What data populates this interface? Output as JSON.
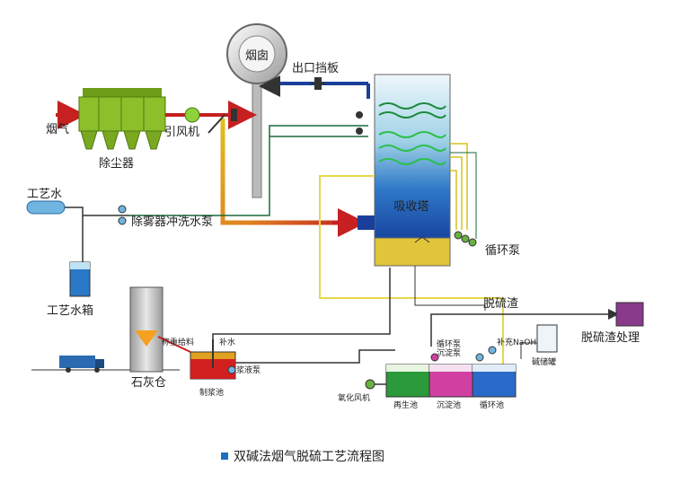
{
  "labels": {
    "chimney": "烟囱",
    "outlet_damper": "出口挡板",
    "flue_gas": "烟气",
    "dust_collector": "除尘器",
    "induced_fan": "引风机",
    "process_water": "工艺水",
    "demister_pump": "除雾器冲洗水泵",
    "process_water_tank": "工艺水箱",
    "absorption_tower": "吸收塔",
    "circulation_pump": "循环泵",
    "desulfurization_slag": "脱硫渣",
    "slag_treatment": "脱硫渣处理",
    "lime_silo": "石灰仓",
    "weigh_feed": "称重给料",
    "makeup_water": "补水",
    "slurry_pump": "浆液泵",
    "slurry_tank": "制浆池",
    "circulation_pump_small": "循环泵",
    "settling_pump": "沉淀泵",
    "add_naoh": "补充NaOH",
    "alkali_storage": "碱储罐",
    "oxidation_fan": "氧化风机",
    "regeneration_tank": "再生池",
    "sedimentation_tank": "沉淀池",
    "circulation_tank": "循环池"
  },
  "caption": "双碱法烟气脱硫工艺流程图",
  "colors": {
    "caption_marker": "#1f6fc0",
    "tower_top": "#e8f4fb",
    "tower_bottom": "#0a2a8a",
    "tower_sump": "#e0c43a",
    "dust_collector": "#8cbf2a",
    "slag_treatment": "#8a3a8a",
    "flue_gas_arrow": "#c62020",
    "blue_pipe": "#1a3f9a"
  }
}
